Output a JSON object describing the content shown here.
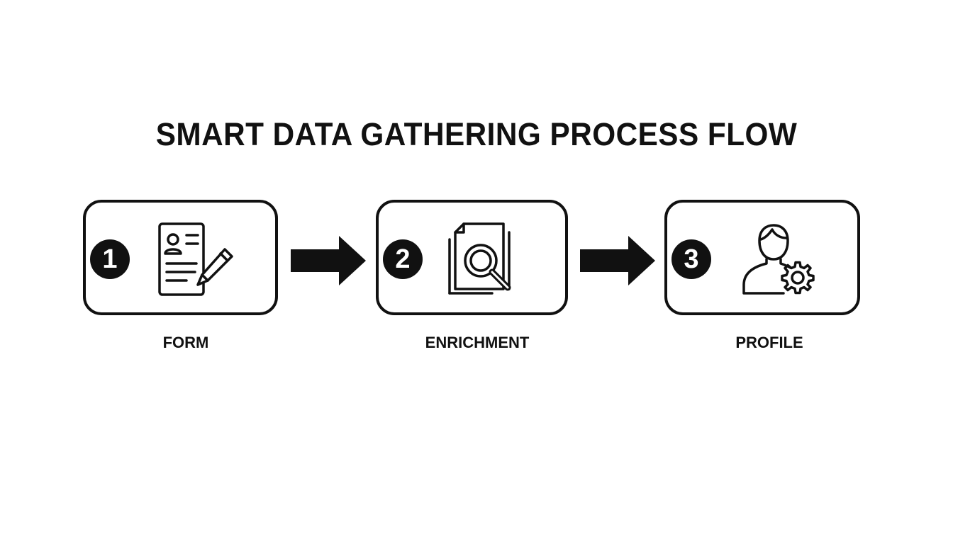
{
  "title": "SMART DATA GATHERING PROCESS FLOW",
  "steps": [
    {
      "number": "1",
      "label": "FORM",
      "icon": "form-edit-icon"
    },
    {
      "number": "2",
      "label": "ENRICHMENT",
      "icon": "document-search-icon"
    },
    {
      "number": "3",
      "label": "PROFILE",
      "icon": "user-settings-icon"
    }
  ],
  "arrows": [
    "arrow-right-icon",
    "arrow-right-icon"
  ],
  "colors": {
    "background": "#ffffff",
    "ink": "#111111"
  }
}
